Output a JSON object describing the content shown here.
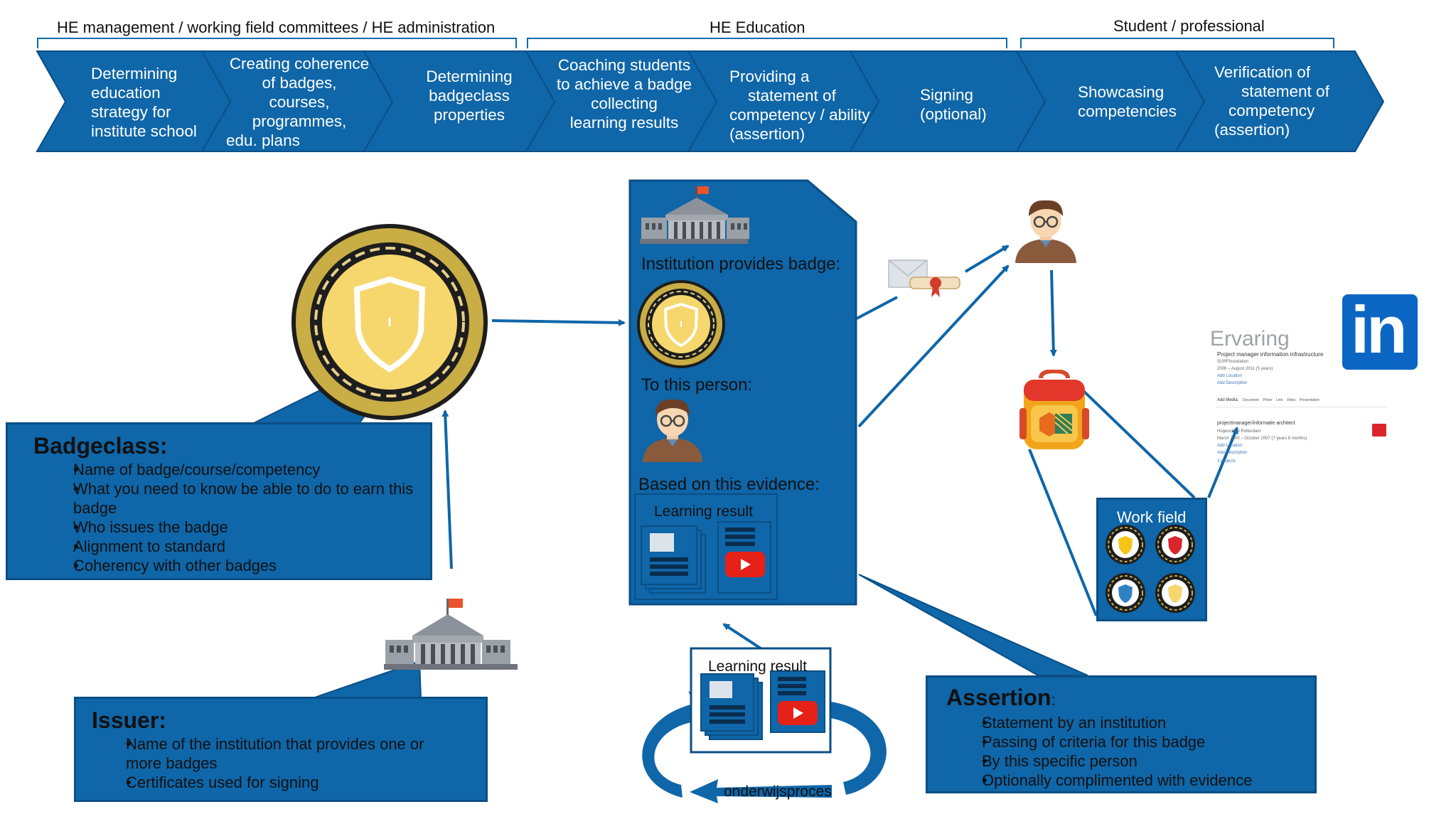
{
  "phases": {
    "management": "HE management / working field committees / HE administration",
    "education": "HE Education",
    "student": "Student / professional"
  },
  "steps": [
    {
      "lines": [
        "Determining",
        "education",
        "strategy for",
        "institute school"
      ]
    },
    {
      "lines": [
        "Creating coherence",
        "of badges,",
        "courses,",
        "programmes,",
        "edu. plans"
      ]
    },
    {
      "lines": [
        "Determining",
        "badgeclass",
        "properties"
      ]
    },
    {
      "lines": [
        "Coaching  students",
        "to achieve a badge",
        "collecting",
        "learning results"
      ]
    },
    {
      "lines": [
        "Providing a",
        "statement of",
        "competency / ability",
        "(assertion)"
      ]
    },
    {
      "lines": [
        "Signing",
        "(optional)"
      ]
    },
    {
      "lines": [
        "Showcasing",
        "competencies"
      ]
    },
    {
      "lines": [
        "Verification of",
        "statement of",
        "competency",
        "(assertion)"
      ]
    }
  ],
  "badgeclass": {
    "title": "Badgeclass:",
    "items": [
      "Name of badge/course/competency",
      "What you need to know be able to do to earn this badge",
      "Who issues the badge",
      "Alignment to standard",
      "Coherency with other badges"
    ]
  },
  "issuer": {
    "title": "Issuer:",
    "items": [
      "Name of the institution that provides one or more badges",
      "Certificates used for signing"
    ]
  },
  "assertion": {
    "title": "Assertion",
    "title_suffix": ":",
    "items": [
      "Statement by an institution",
      "Passing of criteria for this badge",
      "By this specific person",
      "Optionally complimented with evidence"
    ]
  },
  "document": {
    "provides": "Institution provides badge:",
    "person": "To this person:",
    "evidence": "Based on this evidence:",
    "learning_result": "Learning result"
  },
  "learning_cycle": {
    "label": "Learning result",
    "process": "onderwijsproces"
  },
  "work_field": {
    "label": "Work field"
  },
  "linkedin": {
    "logo": "in",
    "heading": "Ervaring",
    "job1_title": "Project manager information infrastructure",
    "job1_org": "SURFfoundation",
    "job1_dates": "2006 – August 2011 (5 years)",
    "add_location": "Add Location",
    "add_description": "Add Description",
    "add_media": "Add Media:",
    "media": [
      "Document",
      "Photo",
      "Link",
      "Video",
      "Presentation"
    ],
    "job2_title": "projectmanager/informatie architect",
    "job2_org": "Hogeschool Rotterdam",
    "job2_dates": "March 2000 – October 2007 (7 years 8 months)",
    "projects": "3 projects"
  },
  "colors": {
    "primary": "#0f66a8",
    "primary_dark": "#0a4f86",
    "gold": "#f5d76e",
    "linkedin": "#0a66c2",
    "youtube": "#e62117"
  }
}
